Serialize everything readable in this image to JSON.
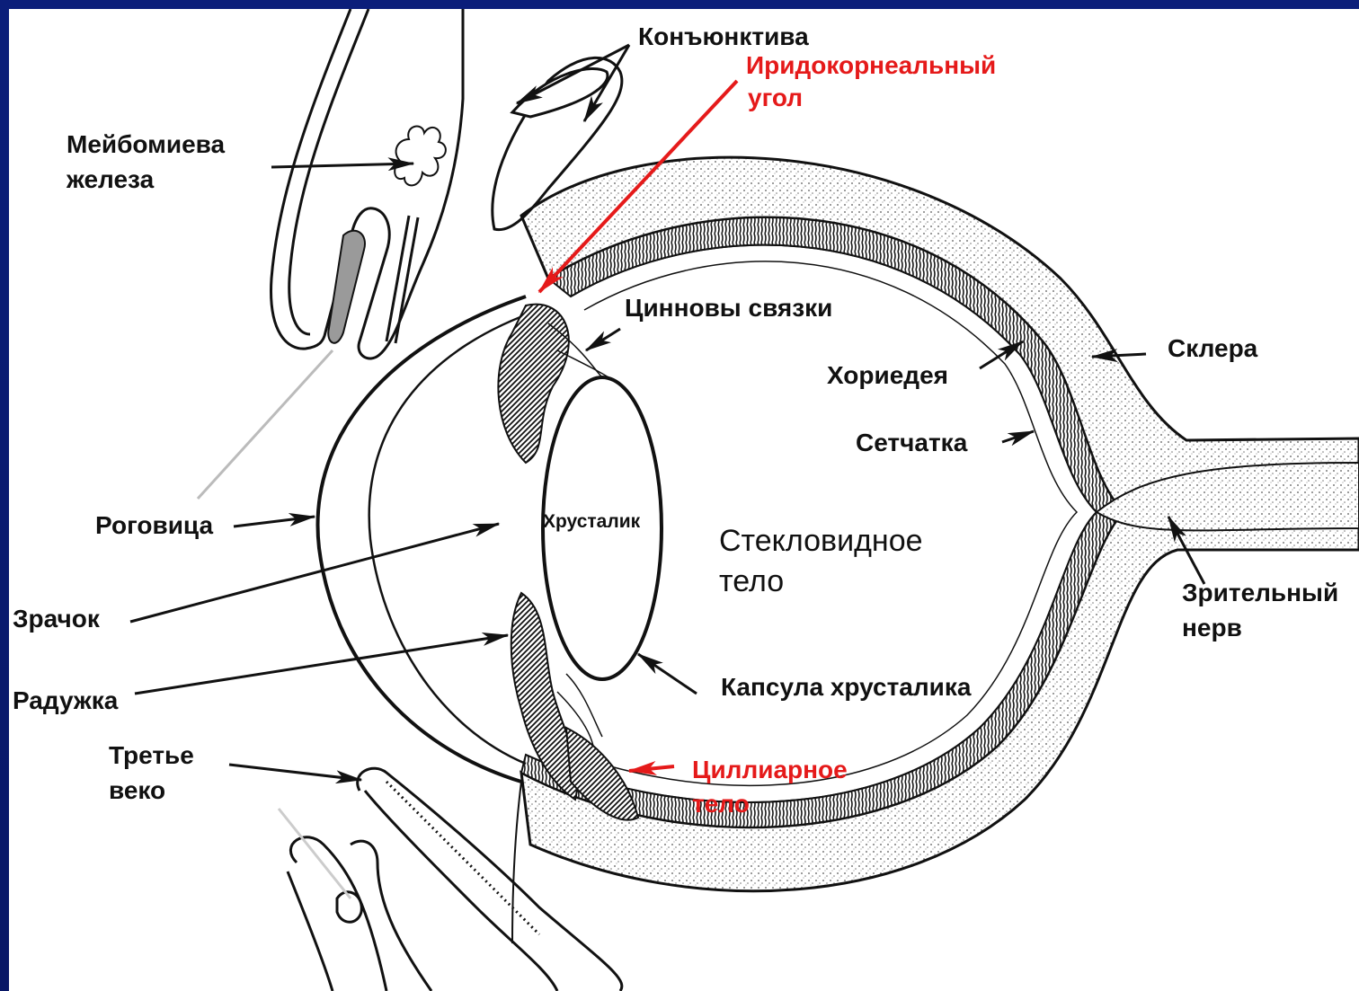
{
  "colors": {
    "frame": "#0b1e7a",
    "canvas": "#ffffff",
    "line": "#111111",
    "highlight": "#e51a1a"
  },
  "labels": {
    "conjunctiva": "Конъюнктива",
    "iridocorneal_angle_l1": "Иридокорнеальный",
    "iridocorneal_angle_l2": "угол",
    "meibomian_l1": "Мейбомиева",
    "meibomian_l2": "железа",
    "zonules": "Цинновы связки",
    "sclera": "Склера",
    "choroid": "Хориедея",
    "retina": "Сетчатка",
    "cornea": "Роговица",
    "lens": "Хрусталик",
    "vitreous_l1": "Стекловидное",
    "vitreous_l2": "тело",
    "optic_nerve_l1": "Зрительный",
    "optic_nerve_l2": "нерв",
    "pupil": "Зрачок",
    "iris": "Радужка",
    "lens_capsule": "Капсула хрусталика",
    "third_eyelid_l1": "Третье",
    "third_eyelid_l2": "веко",
    "ciliary_body_l1": "Циллиарное",
    "ciliary_body_l2": "тело"
  }
}
